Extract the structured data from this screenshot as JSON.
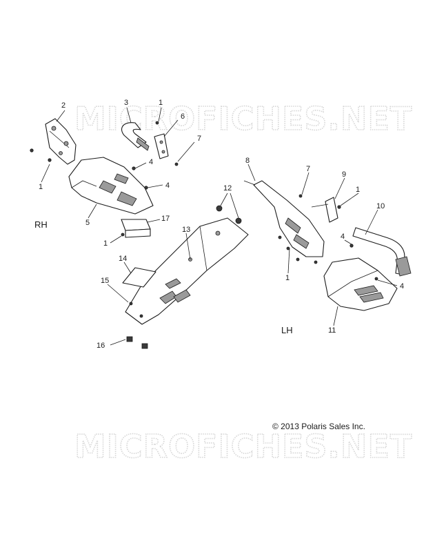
{
  "watermark": "MICROFICHES.NET",
  "side_labels": {
    "rh": "RH",
    "lh": "LH"
  },
  "copyright": "© 2013 Polaris Sales Inc.",
  "callouts": {
    "c1a": "1",
    "c1b": "1",
    "c1c": "1",
    "c1d": "1",
    "c1e": "1",
    "c2": "2",
    "c3": "3",
    "c4a": "4",
    "c4b": "4",
    "c4c": "4",
    "c4d": "4",
    "c5": "5",
    "c6": "6",
    "c7a": "7",
    "c7b": "7",
    "c8": "8",
    "c9": "9",
    "c10": "10",
    "c11": "11",
    "c12": "12",
    "c13": "13",
    "c14": "14",
    "c15": "15",
    "c16": "16",
    "c17": "17"
  }
}
